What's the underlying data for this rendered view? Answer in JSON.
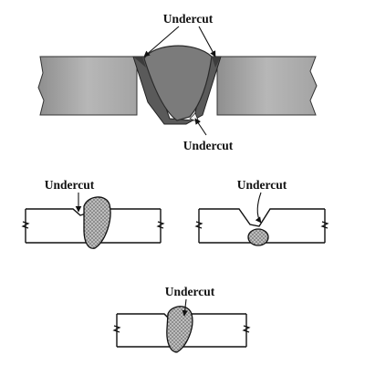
{
  "figure": {
    "title": "",
    "labels": {
      "top_upper": "Undercut",
      "top_lower": "Undercut",
      "mid_left": "Undercut",
      "mid_right": "Undercut",
      "bottom": "Undercut"
    },
    "colors": {
      "plate": "#9a9a9a",
      "plate_light": "#b3b3b3",
      "weld_bead": "#7a7a7a",
      "weld_dark": "#4b4b4b",
      "weld_hatch": "#9c9c9c",
      "outline": "#1a1a1a"
    }
  }
}
